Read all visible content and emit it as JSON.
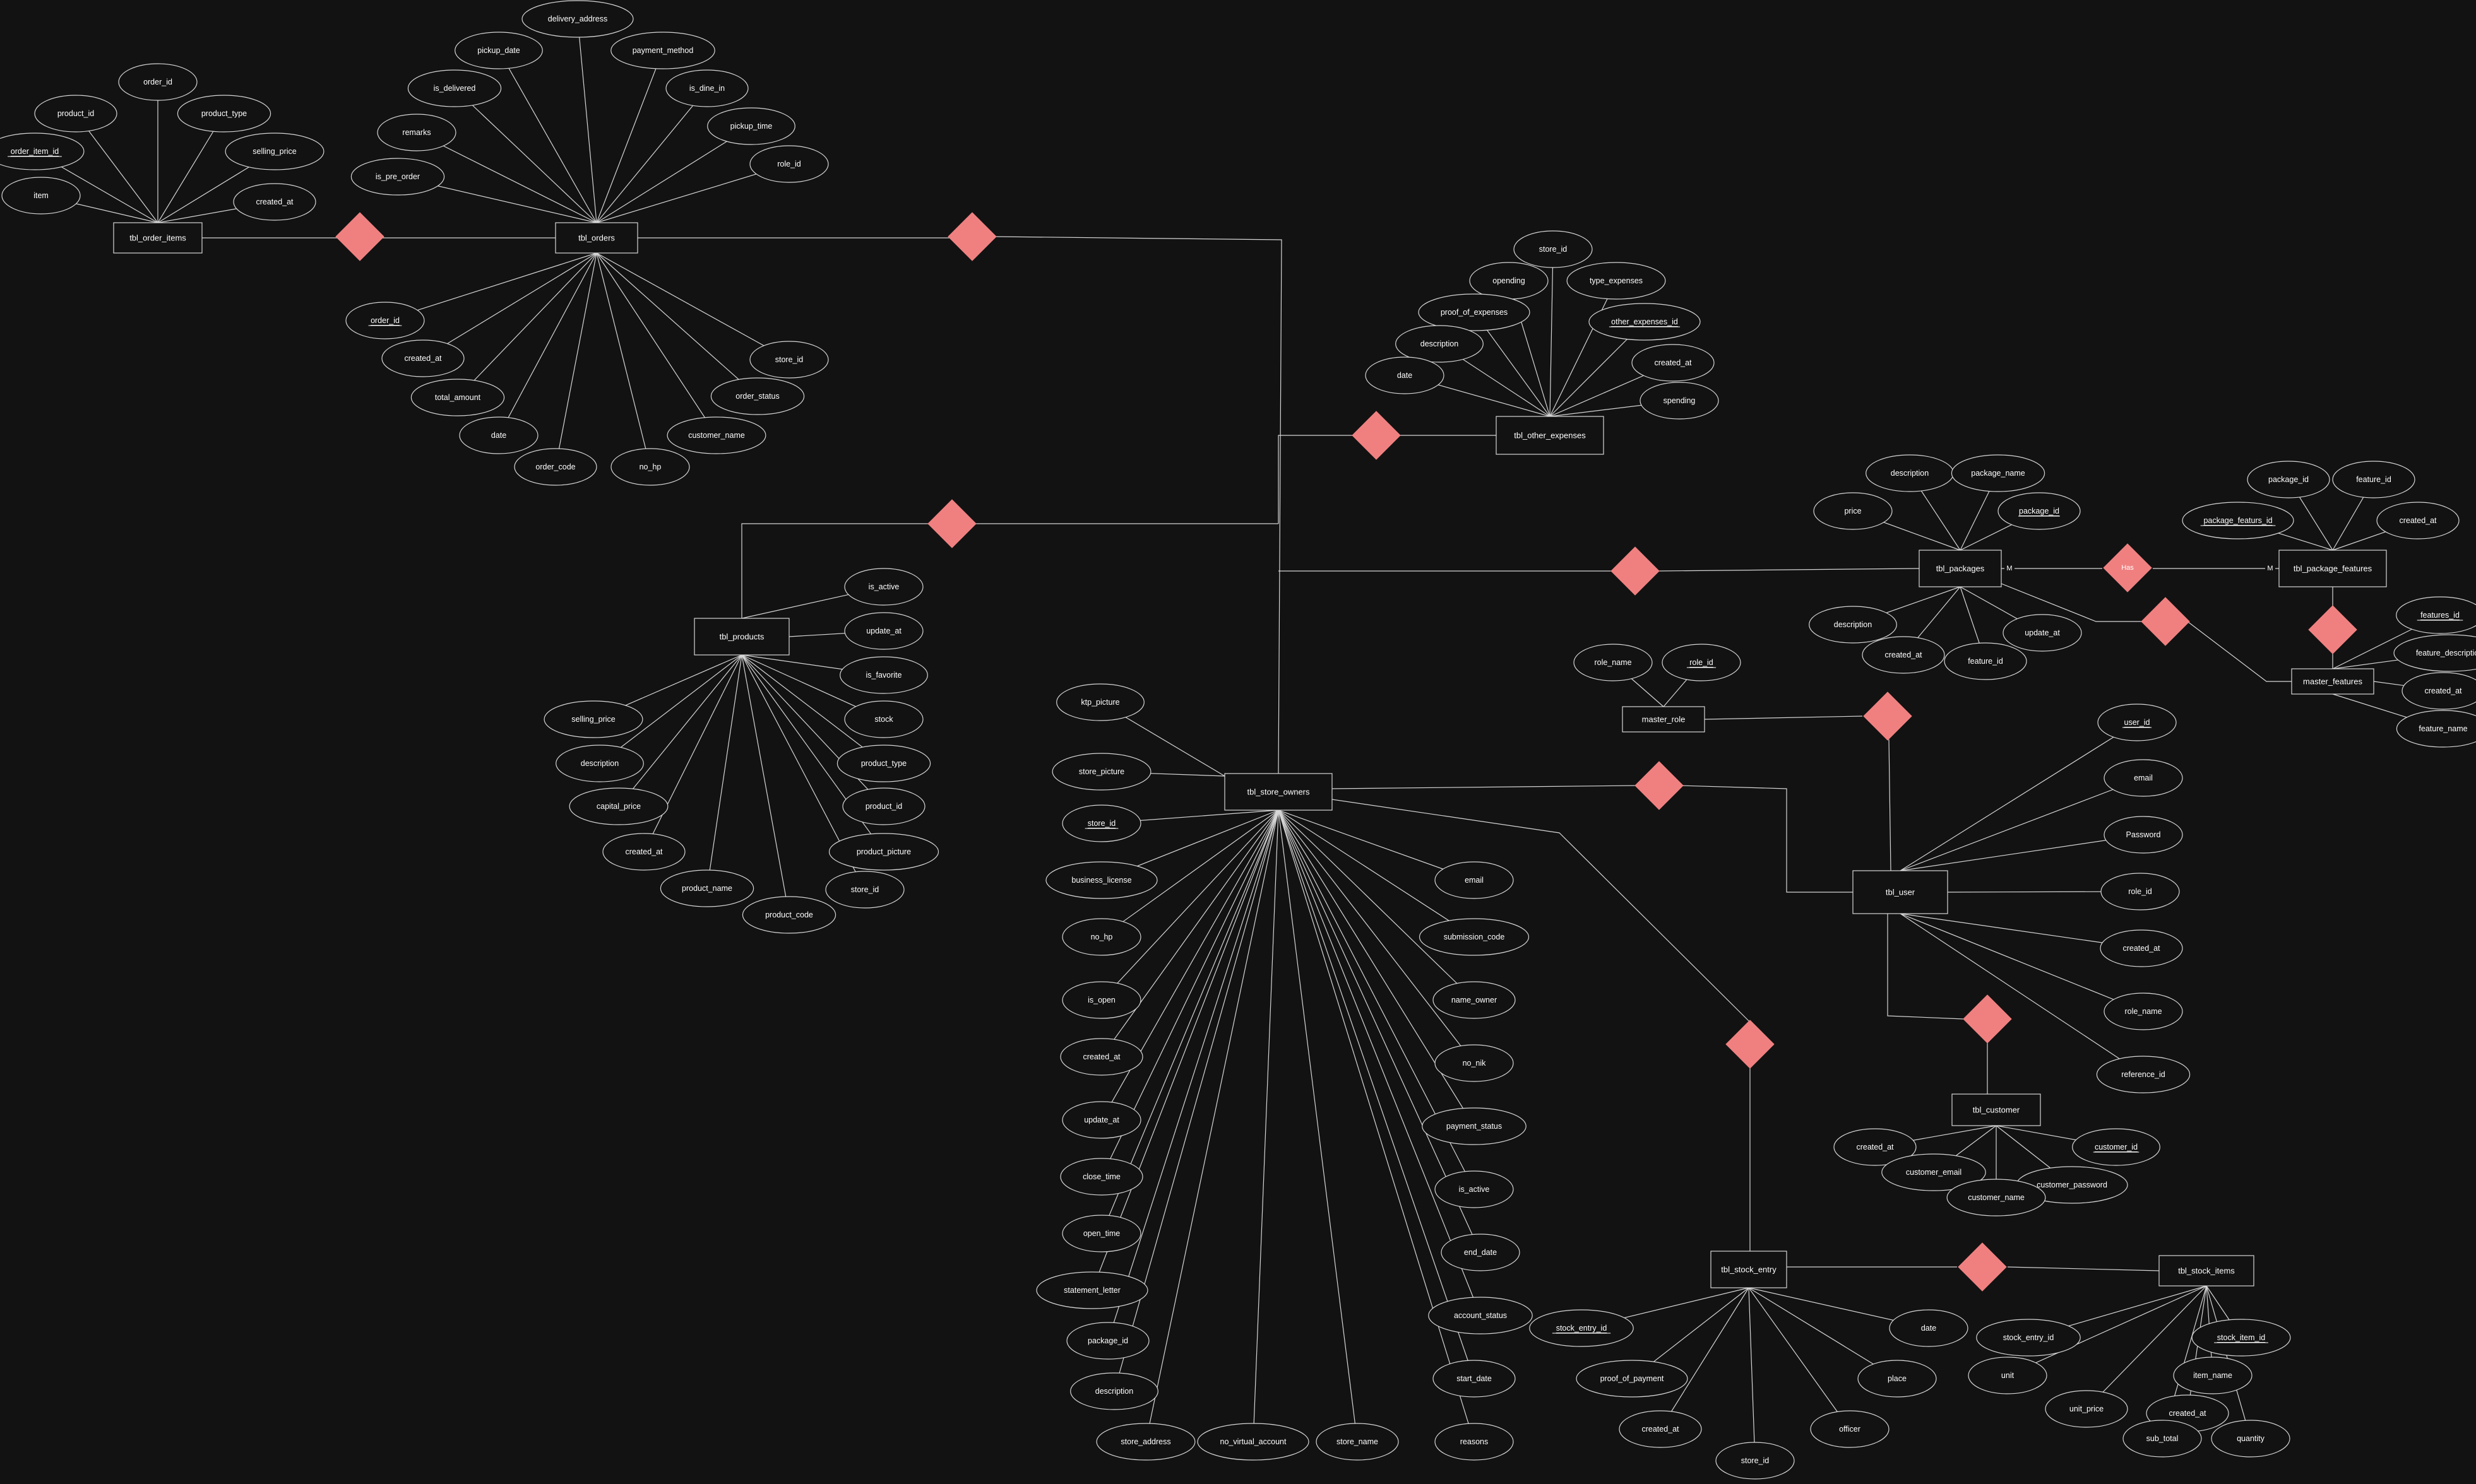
{
  "diagram": {
    "entities": [
      {
        "id": "order_items",
        "label": "tbl_order_items"
      },
      {
        "id": "orders",
        "label": "tbl_orders"
      },
      {
        "id": "products",
        "label": "tbl_products"
      },
      {
        "id": "other_expenses",
        "label": "tbl_other_expenses"
      },
      {
        "id": "store_owners",
        "label": "tbl_store_owners"
      },
      {
        "id": "packages",
        "label": "tbl_packages"
      },
      {
        "id": "package_features",
        "label": "tbl_package_features"
      },
      {
        "id": "master_features",
        "label": "master_features"
      },
      {
        "id": "master_role",
        "label": "master_role"
      },
      {
        "id": "user",
        "label": "tbl_user"
      },
      {
        "id": "customer",
        "label": "tbl_customer"
      },
      {
        "id": "stock_entry",
        "label": "tbl_stock_entry"
      },
      {
        "id": "stock_items",
        "label": "tbl_stock_items"
      }
    ],
    "attributes": [
      {
        "entity": "order_items",
        "label": "order_id",
        "key": false
      },
      {
        "entity": "order_items",
        "label": "product_id",
        "key": false
      },
      {
        "entity": "order_items",
        "label": "product_type",
        "key": false
      },
      {
        "entity": "order_items",
        "label": "order_item_id",
        "key": true
      },
      {
        "entity": "order_items",
        "label": "selling_price",
        "key": false
      },
      {
        "entity": "order_items",
        "label": "item",
        "key": false
      },
      {
        "entity": "order_items",
        "label": "created_at",
        "key": false
      },
      {
        "entity": "orders",
        "label": "delivery_address",
        "key": false
      },
      {
        "entity": "orders",
        "label": "pickup_date",
        "key": false
      },
      {
        "entity": "orders",
        "label": "payment_method",
        "key": false
      },
      {
        "entity": "orders",
        "label": "is_delivered",
        "key": false
      },
      {
        "entity": "orders",
        "label": "is_dine_in",
        "key": false
      },
      {
        "entity": "orders",
        "label": "remarks",
        "key": false
      },
      {
        "entity": "orders",
        "label": "pickup_time",
        "key": false
      },
      {
        "entity": "orders",
        "label": "is_pre_order",
        "key": false
      },
      {
        "entity": "orders",
        "label": "role_id",
        "key": false
      },
      {
        "entity": "orders",
        "label": "order_id",
        "key": true
      },
      {
        "entity": "orders",
        "label": "created_at",
        "key": false
      },
      {
        "entity": "orders",
        "label": "store_id",
        "key": false
      },
      {
        "entity": "orders",
        "label": "total_amount",
        "key": false
      },
      {
        "entity": "orders",
        "label": "order_status",
        "key": false
      },
      {
        "entity": "orders",
        "label": "date",
        "key": false
      },
      {
        "entity": "orders",
        "label": "customer_name",
        "key": false
      },
      {
        "entity": "orders",
        "label": "order_code",
        "key": false
      },
      {
        "entity": "orders",
        "label": "no_hp",
        "key": false
      },
      {
        "entity": "other_expenses",
        "label": "store_id",
        "key": false
      },
      {
        "entity": "other_expenses",
        "label": "opending",
        "key": false
      },
      {
        "entity": "other_expenses",
        "label": "type_expenses",
        "key": false
      },
      {
        "entity": "other_expenses",
        "label": "proof_of_expenses",
        "key": false
      },
      {
        "entity": "other_expenses",
        "label": "other_expenses_id",
        "key": true
      },
      {
        "entity": "other_expenses",
        "label": "description",
        "key": false
      },
      {
        "entity": "other_expenses",
        "label": "created_at",
        "key": false
      },
      {
        "entity": "other_expenses",
        "label": "date",
        "key": false
      },
      {
        "entity": "other_expenses",
        "label": "spending",
        "key": false
      },
      {
        "entity": "products",
        "label": "is_active",
        "key": false
      },
      {
        "entity": "products",
        "label": "update_at",
        "key": false
      },
      {
        "entity": "products",
        "label": "is_favorite",
        "key": false
      },
      {
        "entity": "products",
        "label": "selling_price",
        "key": false
      },
      {
        "entity": "products",
        "label": "stock",
        "key": false
      },
      {
        "entity": "products",
        "label": "description",
        "key": false
      },
      {
        "entity": "products",
        "label": "product_type",
        "key": false
      },
      {
        "entity": "products",
        "label": "capital_price",
        "key": false
      },
      {
        "entity": "products",
        "label": "product_id",
        "key": false
      },
      {
        "entity": "products",
        "label": "created_at",
        "key": false
      },
      {
        "entity": "products",
        "label": "product_picture",
        "key": false
      },
      {
        "entity": "products",
        "label": "product_name",
        "key": false
      },
      {
        "entity": "products",
        "label": "store_id",
        "key": false
      },
      {
        "entity": "products",
        "label": "product_code",
        "key": false
      },
      {
        "entity": "packages",
        "label": "description",
        "key": false
      },
      {
        "entity": "packages",
        "label": "package_name",
        "key": false
      },
      {
        "entity": "packages",
        "label": "price",
        "key": false
      },
      {
        "entity": "packages",
        "label": "package_id",
        "key": true
      },
      {
        "entity": "packages",
        "label": "description",
        "key": false
      },
      {
        "entity": "packages",
        "label": "update_at",
        "key": false
      },
      {
        "entity": "packages",
        "label": "created_at",
        "key": false
      },
      {
        "entity": "packages",
        "label": "feature_id",
        "key": false
      },
      {
        "entity": "package_features",
        "label": "package_id",
        "key": false
      },
      {
        "entity": "package_features",
        "label": "feature_id",
        "key": false
      },
      {
        "entity": "package_features",
        "label": "package_featurs_id",
        "key": true
      },
      {
        "entity": "package_features",
        "label": "created_at",
        "key": false
      },
      {
        "entity": "master_features",
        "label": "features_id",
        "key": true
      },
      {
        "entity": "master_features",
        "label": "feature_description",
        "key": false
      },
      {
        "entity": "master_features",
        "label": "created_at",
        "key": false
      },
      {
        "entity": "master_features",
        "label": "feature_name",
        "key": false
      },
      {
        "entity": "master_role",
        "label": "role_name",
        "key": false
      },
      {
        "entity": "master_role",
        "label": "role_id",
        "key": true
      },
      {
        "entity": "user",
        "label": "user_id",
        "key": true
      },
      {
        "entity": "user",
        "label": "email",
        "key": false
      },
      {
        "entity": "user",
        "label": "Password",
        "key": false
      },
      {
        "entity": "user",
        "label": "role_id",
        "key": false
      },
      {
        "entity": "user",
        "label": "created_at",
        "key": false
      },
      {
        "entity": "user",
        "label": "role_name",
        "key": false
      },
      {
        "entity": "user",
        "label": "reference_id",
        "key": false
      },
      {
        "entity": "customer",
        "label": "created_at",
        "key": false
      },
      {
        "entity": "customer",
        "label": "customer_id",
        "key": true
      },
      {
        "entity": "customer",
        "label": "customer_email",
        "key": false
      },
      {
        "entity": "customer",
        "label": "customer_password",
        "key": false
      },
      {
        "entity": "customer",
        "label": "customer_name",
        "key": false
      },
      {
        "entity": "store_owners",
        "label": "ktp_picture",
        "key": false
      },
      {
        "entity": "store_owners",
        "label": "store_picture",
        "key": false
      },
      {
        "entity": "store_owners",
        "label": "store_id",
        "key": true
      },
      {
        "entity": "store_owners",
        "label": "business_license",
        "key": false
      },
      {
        "entity": "store_owners",
        "label": "email",
        "key": false
      },
      {
        "entity": "store_owners",
        "label": "no_hp",
        "key": false
      },
      {
        "entity": "store_owners",
        "label": "submission_code",
        "key": false
      },
      {
        "entity": "store_owners",
        "label": "is_open",
        "key": false
      },
      {
        "entity": "store_owners",
        "label": "name_owner",
        "key": false
      },
      {
        "entity": "store_owners",
        "label": "created_at",
        "key": false
      },
      {
        "entity": "store_owners",
        "label": "no_nik",
        "key": false
      },
      {
        "entity": "store_owners",
        "label": "update_at",
        "key": false
      },
      {
        "entity": "store_owners",
        "label": "payment_status",
        "key": false
      },
      {
        "entity": "store_owners",
        "label": "close_time",
        "key": false
      },
      {
        "entity": "store_owners",
        "label": "is_active",
        "key": false
      },
      {
        "entity": "store_owners",
        "label": "open_time",
        "key": false
      },
      {
        "entity": "store_owners",
        "label": "end_date",
        "key": false
      },
      {
        "entity": "store_owners",
        "label": "statement_letter",
        "key": false
      },
      {
        "entity": "store_owners",
        "label": "account_status",
        "key": false
      },
      {
        "entity": "store_owners",
        "label": "package_id",
        "key": false
      },
      {
        "entity": "store_owners",
        "label": "start_date",
        "key": false
      },
      {
        "entity": "store_owners",
        "label": "description",
        "key": false
      },
      {
        "entity": "store_owners",
        "label": "store_address",
        "key": false
      },
      {
        "entity": "store_owners",
        "label": "no_virtual_account",
        "key": false
      },
      {
        "entity": "store_owners",
        "label": "store_name",
        "key": false
      },
      {
        "entity": "store_owners",
        "label": "reasons",
        "key": false
      },
      {
        "entity": "stock_entry",
        "label": "stock_entry_id",
        "key": true
      },
      {
        "entity": "stock_entry",
        "label": "date",
        "key": false
      },
      {
        "entity": "stock_entry",
        "label": "proof_of_payment",
        "key": false
      },
      {
        "entity": "stock_entry",
        "label": "place",
        "key": false
      },
      {
        "entity": "stock_entry",
        "label": "created_at",
        "key": false
      },
      {
        "entity": "stock_entry",
        "label": "officer",
        "key": false
      },
      {
        "entity": "stock_entry",
        "label": "store_id",
        "key": false
      },
      {
        "entity": "stock_items",
        "label": "stock_entry_id",
        "key": false
      },
      {
        "entity": "stock_items",
        "label": "stock_item_id",
        "key": true
      },
      {
        "entity": "stock_items",
        "label": "unit",
        "key": false
      },
      {
        "entity": "stock_items",
        "label": "item_name",
        "key": false
      },
      {
        "entity": "stock_items",
        "label": "unit_price",
        "key": false
      },
      {
        "entity": "stock_items",
        "label": "created_at",
        "key": false
      },
      {
        "entity": "stock_items",
        "label": "sub_total",
        "key": false
      },
      {
        "entity": "stock_items",
        "label": "quantity",
        "key": false
      }
    ],
    "relationships": [
      {
        "between": [
          "order_items",
          "orders"
        ],
        "label": ""
      },
      {
        "between": [
          "orders",
          "store_owners"
        ],
        "label": ""
      },
      {
        "between": [
          "products",
          "store_owners"
        ],
        "label": ""
      },
      {
        "between": [
          "other_expenses",
          "store_owners"
        ],
        "label": ""
      },
      {
        "between": [
          "packages",
          "store_owners"
        ],
        "label": ""
      },
      {
        "between": [
          "packages",
          "package_features"
        ],
        "label": "Has"
      },
      {
        "between": [
          "packages",
          "master_features"
        ],
        "label": ""
      },
      {
        "between": [
          "package_features",
          "master_features"
        ],
        "label": ""
      },
      {
        "between": [
          "master_role",
          "user"
        ],
        "label": ""
      },
      {
        "between": [
          "store_owners",
          "user"
        ],
        "label": ""
      },
      {
        "between": [
          "user",
          "customer"
        ],
        "label": ""
      },
      {
        "between": [
          "store_owners",
          "stock_entry"
        ],
        "label": ""
      },
      {
        "between": [
          "stock_entry",
          "stock_items"
        ],
        "label": ""
      }
    ],
    "cardinality": [
      "M",
      "M"
    ],
    "colors": {
      "background": "#121212",
      "line": "#d6d6d6",
      "relationship": "#f08080",
      "text": "#ffffff"
    }
  }
}
